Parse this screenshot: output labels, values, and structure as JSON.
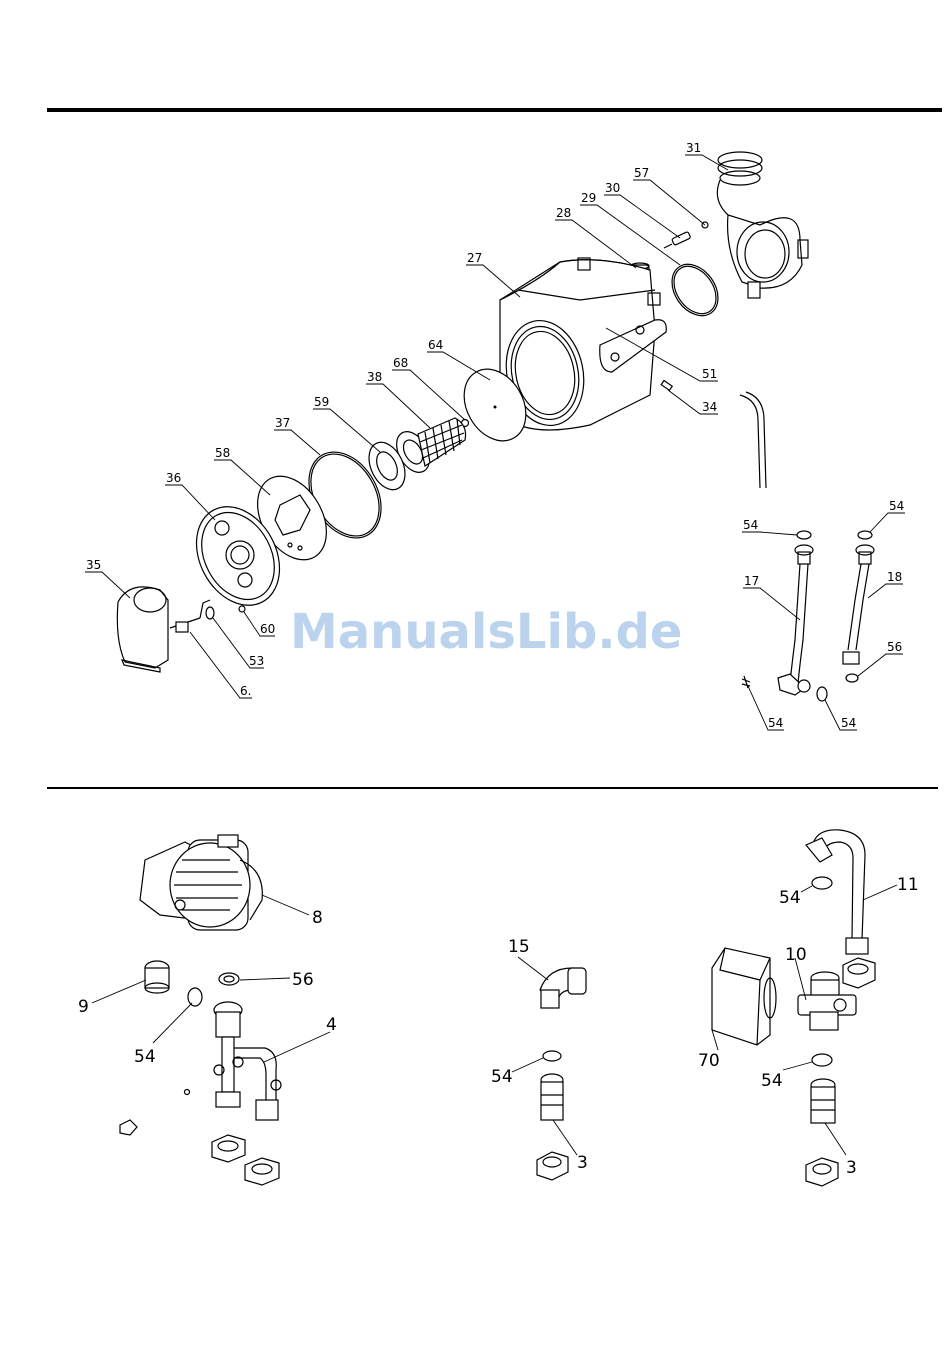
{
  "watermark": "ManualsLib.de",
  "colors": {
    "line": "#000000",
    "watermark": "#bcd3ee",
    "background": "#ffffff"
  },
  "top_labels": {
    "p31": "31",
    "p57": "57",
    "p30": "30",
    "p29": "29",
    "p28": "28",
    "p27": "27",
    "p64": "64",
    "p68": "68",
    "p38": "38",
    "p59": "59",
    "p37": "37",
    "p58": "58",
    "p36": "36",
    "p35": "35",
    "p51": "51",
    "p34": "34",
    "p60": "60",
    "p53": "53",
    "p6": "6.",
    "p54a": "54",
    "p54b": "54",
    "p17": "17",
    "p18": "18",
    "p56": "56",
    "p54c": "54",
    "p54d": "54"
  },
  "bottom_labels": {
    "p8": "8",
    "p9": "9",
    "p56": "56",
    "p4": "4",
    "p54a": "54",
    "p15": "15",
    "p54b": "54",
    "p3a": "3",
    "p11": "11",
    "p54c": "54",
    "p10": "10",
    "p70": "70",
    "p54d": "54",
    "p3b": "3"
  }
}
